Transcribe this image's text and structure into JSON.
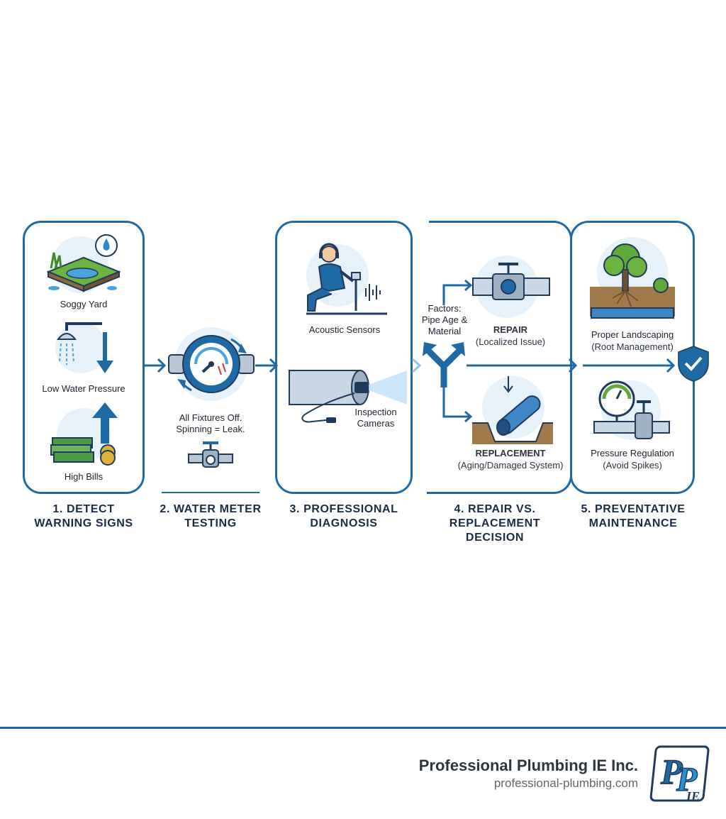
{
  "steps": [
    {
      "number": "1.",
      "title": "DETECT WARNING SIGNS",
      "line1": "1. DETECT",
      "line2": "WARNING SIGNS",
      "items": [
        "Soggy Yard",
        "Low Water Pressure",
        "High Bills"
      ]
    },
    {
      "number": "2.",
      "line1": "2. WATER METER",
      "line2": "TESTING",
      "note_line1": "All Fixtures Off.",
      "note_line2": "Spinning = Leak."
    },
    {
      "number": "3.",
      "line1": "3. PROFESSIONAL",
      "line2": "DIAGNOSIS",
      "items": [
        "Acoustic Sensors",
        "Inspection",
        "Cameras"
      ]
    },
    {
      "number": "4.",
      "line1": "4. REPAIR VS.",
      "line2": "REPLACEMENT",
      "line3": "DECISION",
      "factors_line1": "Factors:",
      "factors_line2": "Pipe Age &",
      "factors_line3": "Material",
      "repair_title": "REPAIR",
      "repair_sub": "(Localized Issue)",
      "replace_title": "REPLACEMENT",
      "replace_sub": "(Aging/Damaged System)"
    },
    {
      "number": "5.",
      "line1": "5. PREVENTATIVE",
      "line2": "MAINTENANCE",
      "items": [
        "Proper Landscaping",
        "(Root Management)",
        "Pressure Regulation",
        "(Avoid Spikes)"
      ]
    }
  ],
  "brand": {
    "name": "Professional Plumbing IE Inc.",
    "url": "professional-plumbing.com",
    "logo_text": "PP IE"
  },
  "colors": {
    "accent": "#1f6aa5",
    "light_blue": "#e6f1fa",
    "grass": "#5fa83a",
    "money": "#4f9a4a",
    "coin": "#e0b23a"
  }
}
